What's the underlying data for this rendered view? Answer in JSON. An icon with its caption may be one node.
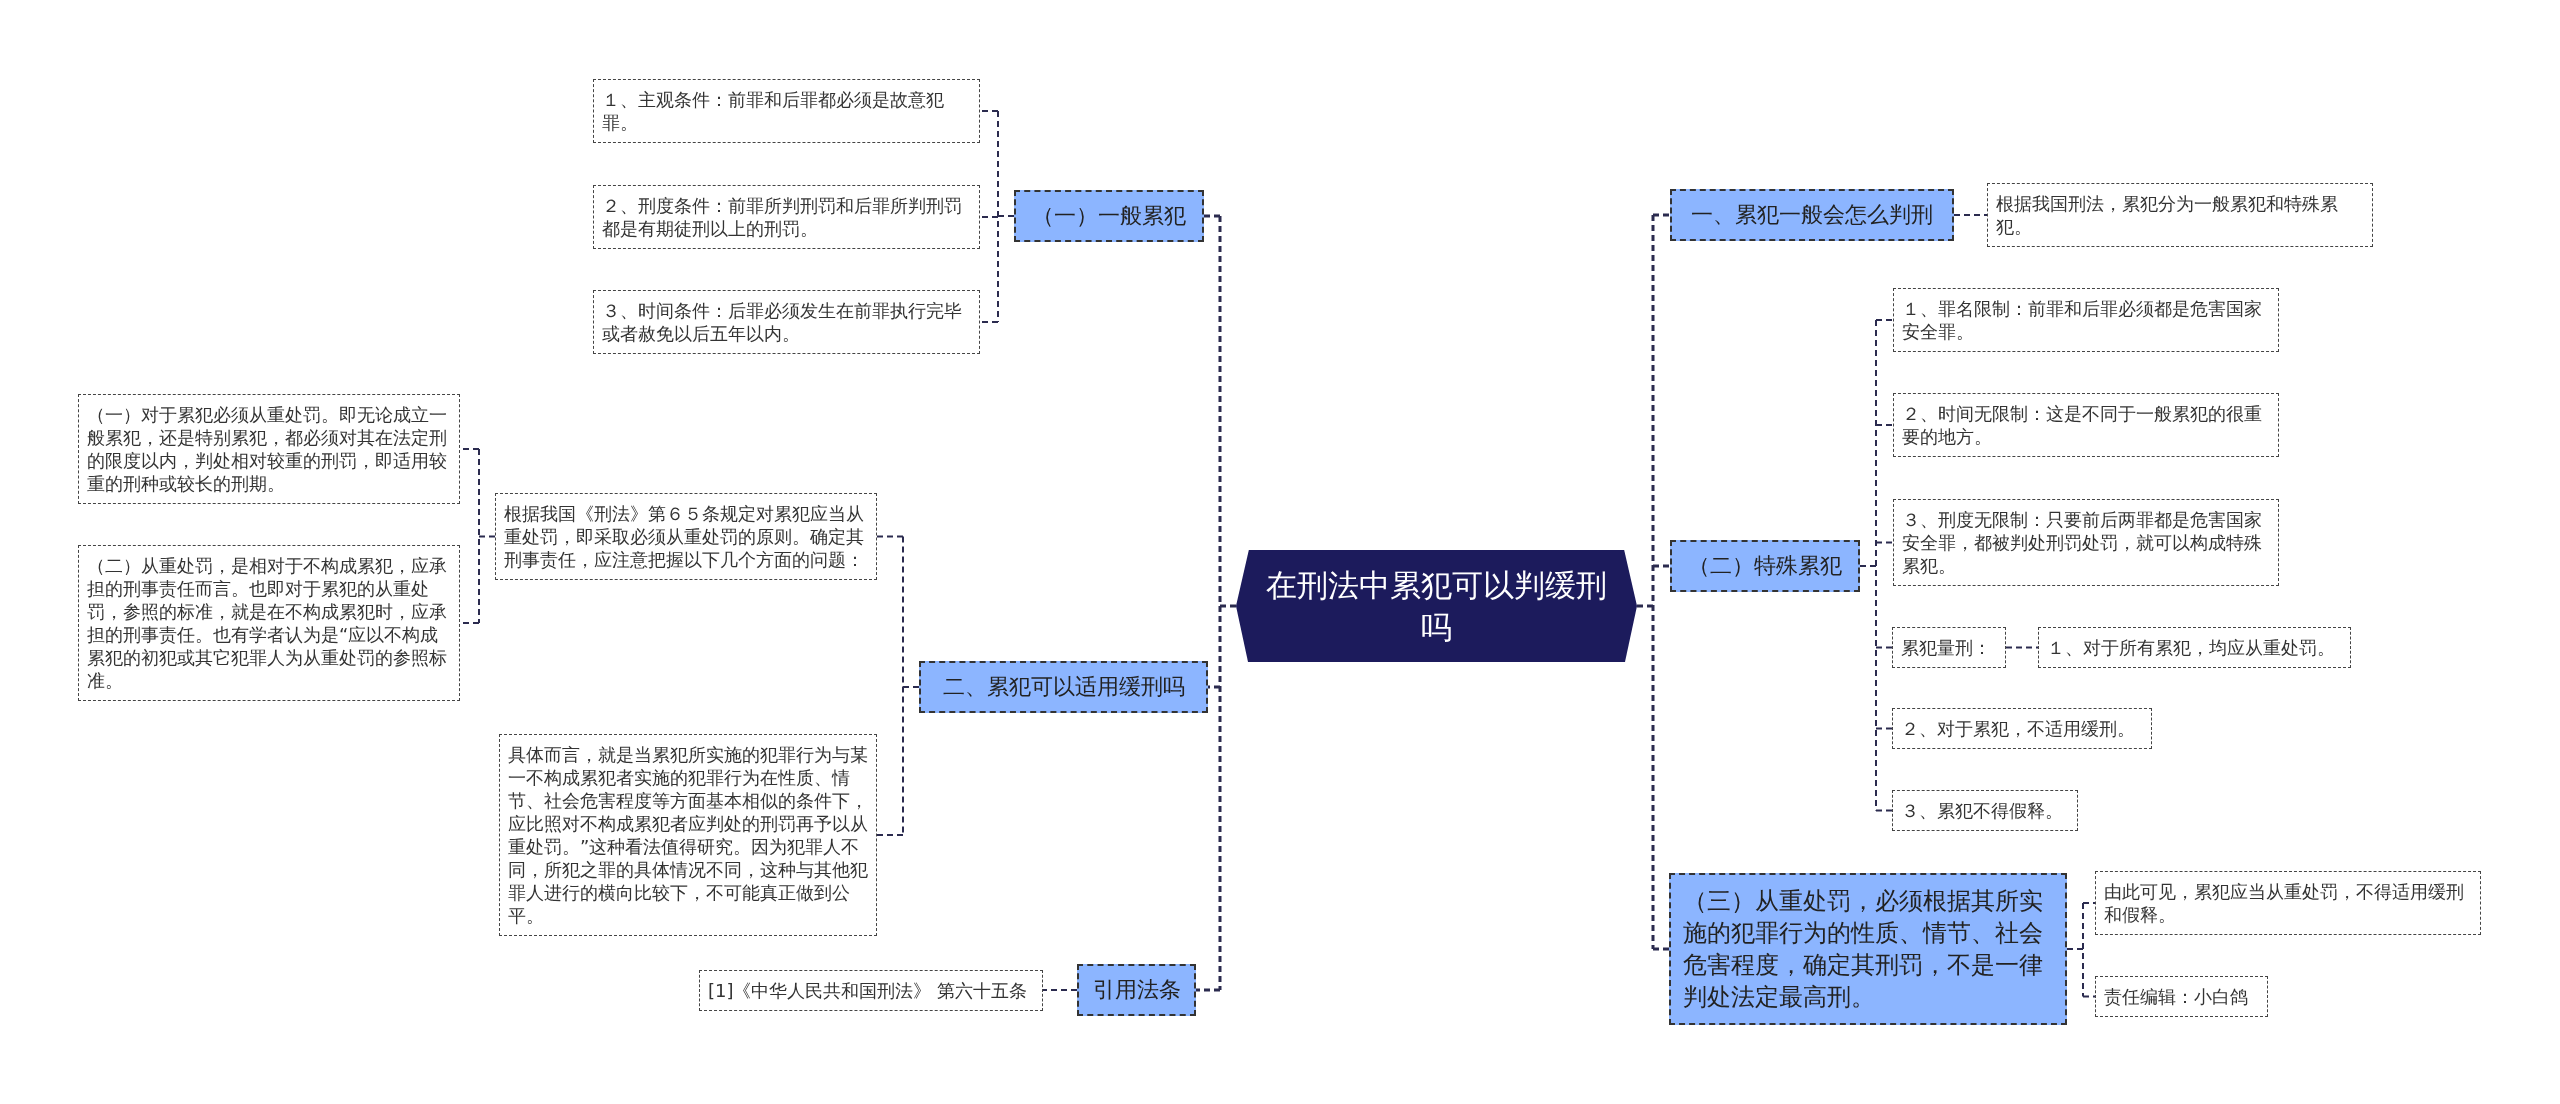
{
  "diagram": {
    "nodes": [
      {
        "text": [
          "在刑法中累犯可以判缓刑吗"
        ]
      },
      {
        "text": [
          "一、累犯一般会怎么判刑"
        ]
      },
      {
        "text": [
          "根据我国刑法，累犯分为一般累犯和特殊累犯。"
        ]
      },
      {
        "text": [
          "（二）特殊累犯"
        ]
      },
      {
        "text": [
          "１、罪名限制：前罪和后罪必须都是危害国家安全罪。"
        ]
      },
      {
        "text": [
          "２、时间无限制：这是不同于一般累犯的很重要的地方。"
        ]
      },
      {
        "text": [
          "３、刑度无限制：只要前后两罪都是危害国家安全罪，都被判处刑罚处罚，就可以构成特殊累犯。"
        ]
      },
      {
        "text": [
          "累犯量刑："
        ]
      },
      {
        "text": [
          "１、对于所有累犯，均应从重处罚。"
        ]
      },
      {
        "text": [
          "２、对于累犯，不适用缓刑。"
        ]
      },
      {
        "text": [
          "３、累犯不得假释。"
        ]
      },
      {
        "text": [
          "（三）从重处罚，必须根据其所实施的犯罪行为的性质、情节、社会危害程度，确定其刑罚，不是一律判处法定最高刑。"
        ]
      },
      {
        "text": [
          "由此可见，累犯应当从重处罚，不得适用缓刑和假释。"
        ]
      },
      {
        "text": [
          "责任编辑：小白鸽"
        ]
      },
      {
        "text": [
          "（一）一般累犯"
        ]
      },
      {
        "text": [
          "１、主观条件：前罪和后罪都必须是故意犯罪。"
        ]
      },
      {
        "text": [
          "２、刑度条件：前罪所判刑罚和后罪所判刑罚都是有期徒刑以上的刑罚。"
        ]
      },
      {
        "text": [
          "３、时间条件：后罪必须发生在前罪执行完毕或者赦免以后五年以内。"
        ]
      },
      {
        "text": [
          "二、累犯可以适用缓刑吗"
        ]
      },
      {
        "text": [
          "根据我国《刑法》第６５条规定对累犯应当从重处罚，即采取必须从重处罚的原则。确定其刑事责任，应注意把握以下几个方面的问题："
        ]
      },
      {
        "text": [
          "（一）对于累犯必须从重处罚。即无论成立一般累犯，还是特别累犯，都必须对其在法定刑的限度以内，判处相对较重的刑罚，即适用较重的刑种或较长的刑期。"
        ]
      },
      {
        "text": [
          "（二）从重处罚，是相对于不构成累犯，应承担的刑事责任而言。也即对于累犯的从重处罚，参照的标准，就是在不构成累犯时，应承担的刑事责任。也有学者认为是“应以不构成累犯的初犯或其它犯罪人为从重处罚的参照标准。"
        ]
      },
      {
        "text": [
          "具体而言，就是当累犯所实施的犯罪行为与某一不构成累犯者实施的犯罪行为在性质、情节、社会危害程度等方面基本相似的条件下，应比照对不构成累犯者应判处的刑罚再予以从重处罚。”这种看法值得研究。因为犯罪人不同，所犯之罪的具体情况不同，这种与其他犯罪人进行的横向比较下，不可能真正做到公平。"
        ]
      },
      {
        "text": [
          "引用法条"
        ]
      },
      {
        "text": [
          "[1]《中华人民共和国刑法》 第六十五条"
        ]
      }
    ],
    "edges": [
      {
        "from": 0,
        "to": 1,
        "arrow": "none",
        "style": "dashed"
      },
      {
        "from": 1,
        "to": 2,
        "arrow": "none",
        "style": "dashed"
      },
      {
        "from": 0,
        "to": 3,
        "arrow": "none",
        "style": "dashed"
      },
      {
        "from": 3,
        "to": 4,
        "arrow": "none",
        "style": "dashed"
      },
      {
        "from": 3,
        "to": 5,
        "arrow": "none",
        "style": "dashed"
      },
      {
        "from": 3,
        "to": 6,
        "arrow": "none",
        "style": "dashed"
      },
      {
        "from": 3,
        "to": 7,
        "arrow": "none",
        "style": "dashed"
      },
      {
        "from": 7,
        "to": 8,
        "arrow": "none",
        "style": "dashed"
      },
      {
        "from": 3,
        "to": 9,
        "arrow": "none",
        "style": "dashed"
      },
      {
        "from": 3,
        "to": 10,
        "arrow": "none",
        "style": "dashed"
      },
      {
        "from": 0,
        "to": 11,
        "arrow": "none",
        "style": "dashed"
      },
      {
        "from": 11,
        "to": 12,
        "arrow": "none",
        "style": "dashed"
      },
      {
        "from": 11,
        "to": 13,
        "arrow": "none",
        "style": "dashed"
      },
      {
        "from": 0,
        "to": 14,
        "arrow": "none",
        "style": "dashed"
      },
      {
        "from": 14,
        "to": 15,
        "arrow": "none",
        "style": "dashed"
      },
      {
        "from": 14,
        "to": 16,
        "arrow": "none",
        "style": "dashed"
      },
      {
        "from": 14,
        "to": 17,
        "arrow": "none",
        "style": "dashed"
      },
      {
        "from": 0,
        "to": 18,
        "arrow": "none",
        "style": "dashed"
      },
      {
        "from": 18,
        "to": 19,
        "arrow": "none",
        "style": "dashed"
      },
      {
        "from": 19,
        "to": 20,
        "arrow": "none",
        "style": "dashed"
      },
      {
        "from": 19,
        "to": 21,
        "arrow": "none",
        "style": "dashed"
      },
      {
        "from": 18,
        "to": 22,
        "arrow": "none",
        "style": "dashed"
      },
      {
        "from": 0,
        "to": 23,
        "arrow": "none",
        "style": "dashed"
      },
      {
        "from": 23,
        "to": 24,
        "arrow": "none",
        "style": "dashed"
      }
    ]
  }
}
